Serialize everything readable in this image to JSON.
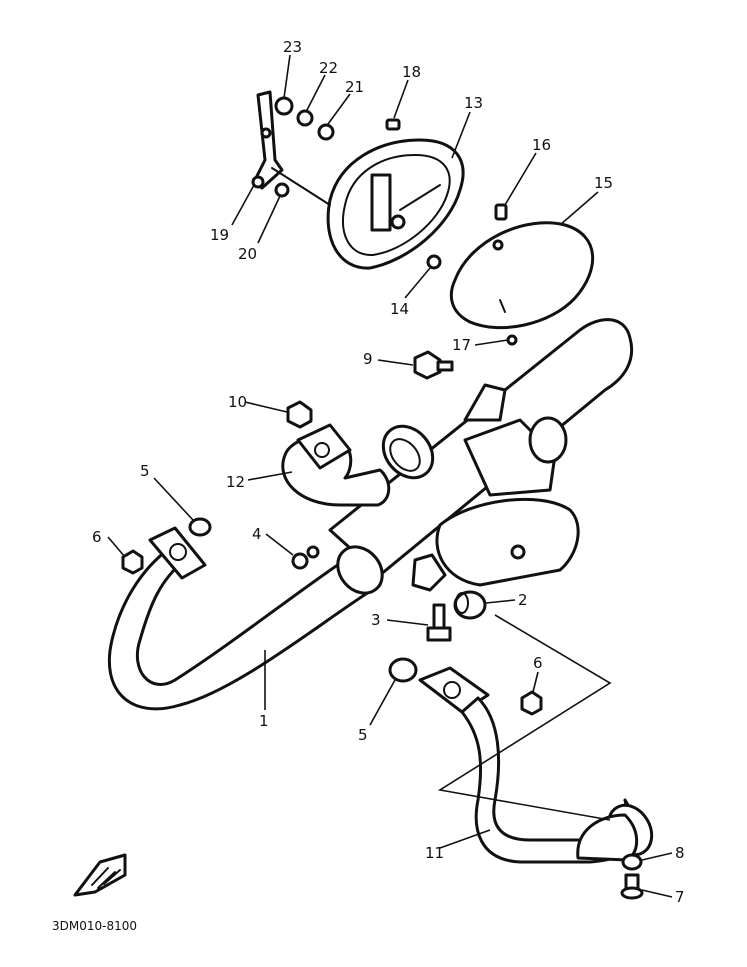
{
  "callouts": [
    {
      "id": "1",
      "label": "1"
    },
    {
      "id": "2",
      "label": "2"
    },
    {
      "id": "3",
      "label": "3"
    },
    {
      "id": "4",
      "label": "4"
    },
    {
      "id": "5a",
      "label": "5"
    },
    {
      "id": "5b",
      "label": "5"
    },
    {
      "id": "6a",
      "label": "6"
    },
    {
      "id": "6b",
      "label": "6"
    },
    {
      "id": "7",
      "label": "7"
    },
    {
      "id": "8",
      "label": "8"
    },
    {
      "id": "9",
      "label": "9"
    },
    {
      "id": "10",
      "label": "10"
    },
    {
      "id": "11",
      "label": "11"
    },
    {
      "id": "12",
      "label": "12"
    },
    {
      "id": "13",
      "label": "13"
    },
    {
      "id": "14",
      "label": "14"
    },
    {
      "id": "15",
      "label": "15"
    },
    {
      "id": "16",
      "label": "16"
    },
    {
      "id": "17",
      "label": "17"
    },
    {
      "id": "18",
      "label": "18"
    },
    {
      "id": "19",
      "label": "19"
    },
    {
      "id": "20",
      "label": "20"
    },
    {
      "id": "21",
      "label": "21"
    },
    {
      "id": "22",
      "label": "22"
    },
    {
      "id": "23",
      "label": "23"
    }
  ],
  "diagram_code": "3DM010-8100",
  "colors": {
    "line": "#111111",
    "background": "#ffffff"
  }
}
